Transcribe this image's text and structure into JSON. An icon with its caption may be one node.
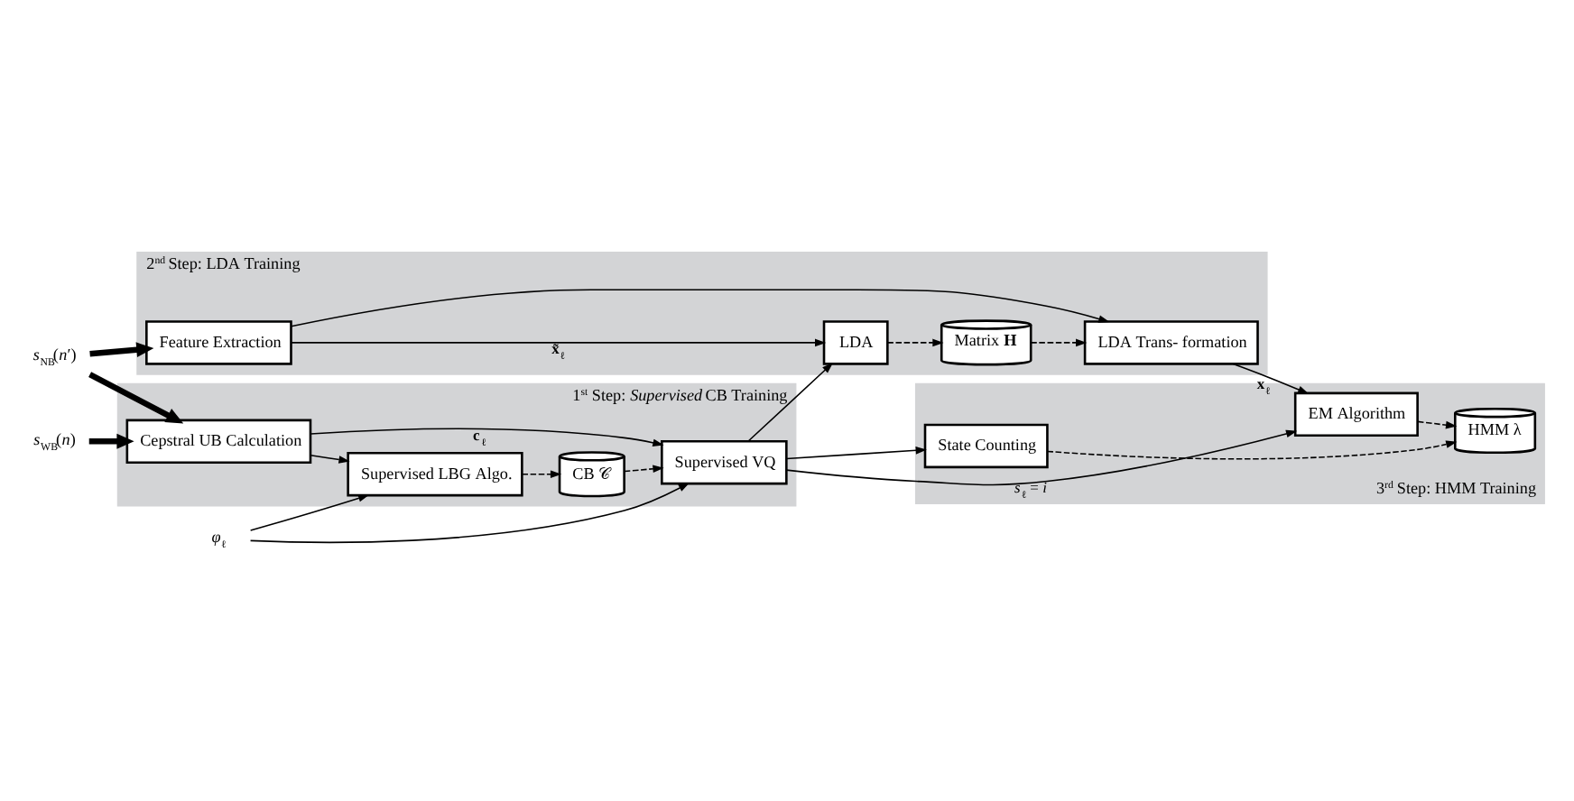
{
  "diagram": {
    "nodes": [
      {
        "text": [
          "2$^{nd}$ Step: LDA Training"
        ]
      },
      {
        "text": [
          "Feature Extraction"
        ],
        "in": 0
      },
      {
        "text": [
          "LDA"
        ],
        "in": 0
      },
      {
        "text": [
          "Matrix **H**"
        ],
        "in": 0
      },
      {
        "text": [
          "LDA Trans- formation"
        ],
        "in": 0
      },
      {
        "text": [
          "1$^{st}$ Step: *Supervised* CB Training"
        ]
      },
      {
        "text": [
          "Cepstral UB Calculation"
        ],
        "in": 5
      },
      {
        "text": [
          "Supervised VQ"
        ],
        "in": 5
      },
      {
        "text": [
          "Supervised LBG Algo."
        ],
        "in": 5
      },
      {
        "text": [
          "CB 𝒞"
        ],
        "in": 5
      },
      {
        "text": [
          "3$^{rd}$ Step: HMM Training"
        ]
      },
      {
        "text": [
          "EM Algorithm"
        ],
        "in": 10
      },
      {
        "text": [
          "State Counting"
        ],
        "in": 10
      },
      {
        "text": [
          "HMM λ"
        ],
        "in": 10
      },
      {
        "text": [
          "*s*$_{NB}$(*n*′)"
        ]
      },
      {
        "text": [
          "*s*$_{WB}$(*n*)"
        ]
      },
      {
        "text": [
          "*φ*$_{ℓ}$"
        ]
      }
    ],
    "edges": [
      {
        "from": 14,
        "to": 1,
        "arrow": "to",
        "style": "thick"
      },
      {
        "from": 14,
        "to": 6,
        "arrow": "to",
        "style": "thick"
      },
      {
        "from": 15,
        "to": 6,
        "arrow": "to",
        "style": "thick"
      },
      {
        "from": 16,
        "to": 8,
        "arrow": "to"
      },
      {
        "from": 16,
        "to": 7,
        "arrow": "to"
      },
      {
        "from": 1,
        "to": 2,
        "arrow": "to",
        "label": "**x̃**$_{ℓ}$"
      },
      {
        "from": 1,
        "to": 4,
        "arrow": "to"
      },
      {
        "from": 2,
        "to": 3,
        "arrow": "to",
        "style": "dashed"
      },
      {
        "from": 3,
        "to": 4,
        "arrow": "to",
        "style": "dashed"
      },
      {
        "from": 4,
        "to": 11,
        "arrow": "to",
        "label": "**x**$_{ℓ}$"
      },
      {
        "from": 6,
        "to": 7,
        "arrow": "to",
        "label": "**c**$_{ℓ}$"
      },
      {
        "from": 6,
        "to": 8,
        "arrow": "to"
      },
      {
        "from": 8,
        "to": 9,
        "arrow": "to",
        "style": "dashed"
      },
      {
        "from": 9,
        "to": 7,
        "arrow": "to",
        "style": "dashed"
      },
      {
        "from": 7,
        "to": 11,
        "arrow": "to",
        "label": "*s*$_{ℓ}$ = *i*"
      },
      {
        "from": 7,
        "to": 12,
        "arrow": "to"
      },
      {
        "from": 7,
        "to": 2,
        "arrow": "to"
      },
      {
        "from": 11,
        "to": 13,
        "arrow": "to",
        "style": "dashed"
      },
      {
        "from": 12,
        "to": 13,
        "arrow": "to",
        "style": "dashed"
      }
    ]
  }
}
